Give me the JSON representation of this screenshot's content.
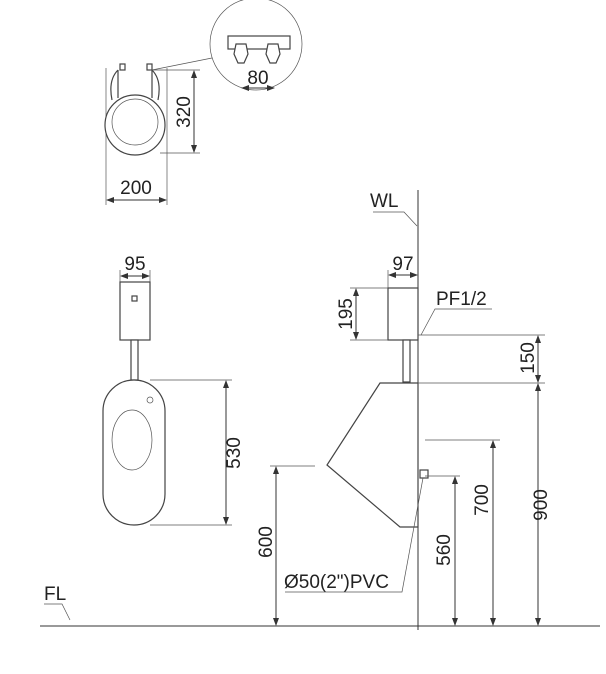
{
  "top_view": {
    "width_label": "200",
    "height_label": "320",
    "detail_spacing_label": "80"
  },
  "front_view": {
    "tank_width_label": "95",
    "bowl_height_label": "530"
  },
  "side_view": {
    "wall_label": "WL",
    "tank_depth_label": "97",
    "tank_height_label": "195",
    "inlet_label": "PF1/2",
    "gap_label": "150",
    "top_height_label": "900",
    "inlet_height_label": "700",
    "outlet_height_label": "560",
    "lip_height_label": "600",
    "drain_label": "Ø50(2\")PVC",
    "floor_label": "FL"
  }
}
